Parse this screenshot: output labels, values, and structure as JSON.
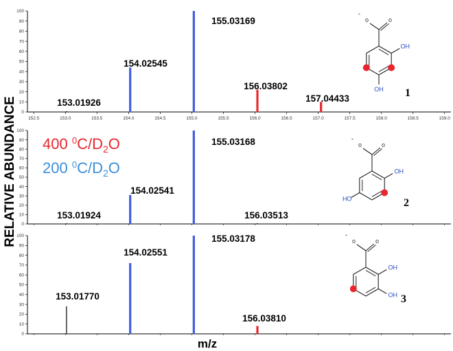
{
  "ylabel": "RELATIVE ABUNDANCE",
  "xlabel": "m/z",
  "legend": {
    "red": "400 0C/D2O",
    "blue": "200 0C/D2O",
    "red_text": [
      "400 ",
      "0",
      "C/D",
      "2",
      "O"
    ],
    "blue_text": [
      "200 ",
      "0",
      "C/D",
      "2",
      "O"
    ]
  },
  "colors": {
    "blue": "#3f5ee0",
    "red": "#e8262d",
    "black": "#000000",
    "chem_blue": "#2a4bbd"
  },
  "chart_data": [
    {
      "type": "bar",
      "panel": 1,
      "xlim": [
        152.4,
        159.1
      ],
      "ylim": [
        0,
        100
      ],
      "x_ticks": [
        "152.5",
        "153.0",
        "153.5",
        "154.0",
        "154.5",
        "155.0",
        "155.5",
        "156.0",
        "156.5",
        "157.0",
        "157.5",
        "158.0",
        "158.5",
        "159.0"
      ],
      "y_ticks": [
        "0",
        "10",
        "20",
        "30",
        "40",
        "50",
        "60",
        "70",
        "80",
        "90",
        "100"
      ],
      "peaks": [
        {
          "mz": 153.01926,
          "label": "153.01926",
          "intensity": 0,
          "color": "black"
        },
        {
          "mz": 154.02545,
          "label": "154.02545",
          "intensity": 44,
          "color": "blue"
        },
        {
          "mz": 155.03169,
          "label": "155.03169",
          "intensity": 100,
          "color": "blue"
        },
        {
          "mz": 156.03802,
          "label": "156.03802",
          "intensity": 22,
          "color": "red"
        },
        {
          "mz": 157.04433,
          "label": "157.04433",
          "intensity": 10,
          "color": "red"
        }
      ],
      "compound_number": "1",
      "oh_labels": [
        "OH",
        "OH"
      ]
    },
    {
      "type": "bar",
      "panel": 2,
      "xlim": [
        152.4,
        159.1
      ],
      "ylim": [
        0,
        100
      ],
      "y_ticks": [
        "0",
        "10",
        "20",
        "30",
        "40",
        "50",
        "60",
        "70",
        "80",
        "90",
        "100"
      ],
      "peaks": [
        {
          "mz": 153.01924,
          "label": "153.01924",
          "intensity": 0,
          "color": "black"
        },
        {
          "mz": 154.02541,
          "label": "154.02541",
          "intensity": 31,
          "color": "blue"
        },
        {
          "mz": 155.03168,
          "label": "155.03168",
          "intensity": 100,
          "color": "blue"
        },
        {
          "mz": 156.03513,
          "label": "156.03513",
          "intensity": 0,
          "color": "black"
        }
      ],
      "compound_number": "2",
      "oh_labels": [
        "OH",
        "HO"
      ]
    },
    {
      "type": "bar",
      "panel": 3,
      "xlim": [
        152.4,
        159.1
      ],
      "ylim": [
        0,
        100
      ],
      "y_ticks": [
        "0",
        "10",
        "20",
        "30",
        "40",
        "50",
        "60",
        "70",
        "80",
        "90",
        "100"
      ],
      "peaks": [
        {
          "mz": 153.0177,
          "label": "153.01770",
          "intensity": 28,
          "color": "black"
        },
        {
          "mz": 154.02551,
          "label": "154.02551",
          "intensity": 72,
          "color": "blue"
        },
        {
          "mz": 155.03178,
          "label": "155.03178",
          "intensity": 100,
          "color": "blue"
        },
        {
          "mz": 156.0381,
          "label": "156.03810",
          "intensity": 8,
          "color": "red"
        }
      ],
      "compound_number": "3",
      "oh_labels": [
        "OH",
        "OH"
      ]
    }
  ]
}
